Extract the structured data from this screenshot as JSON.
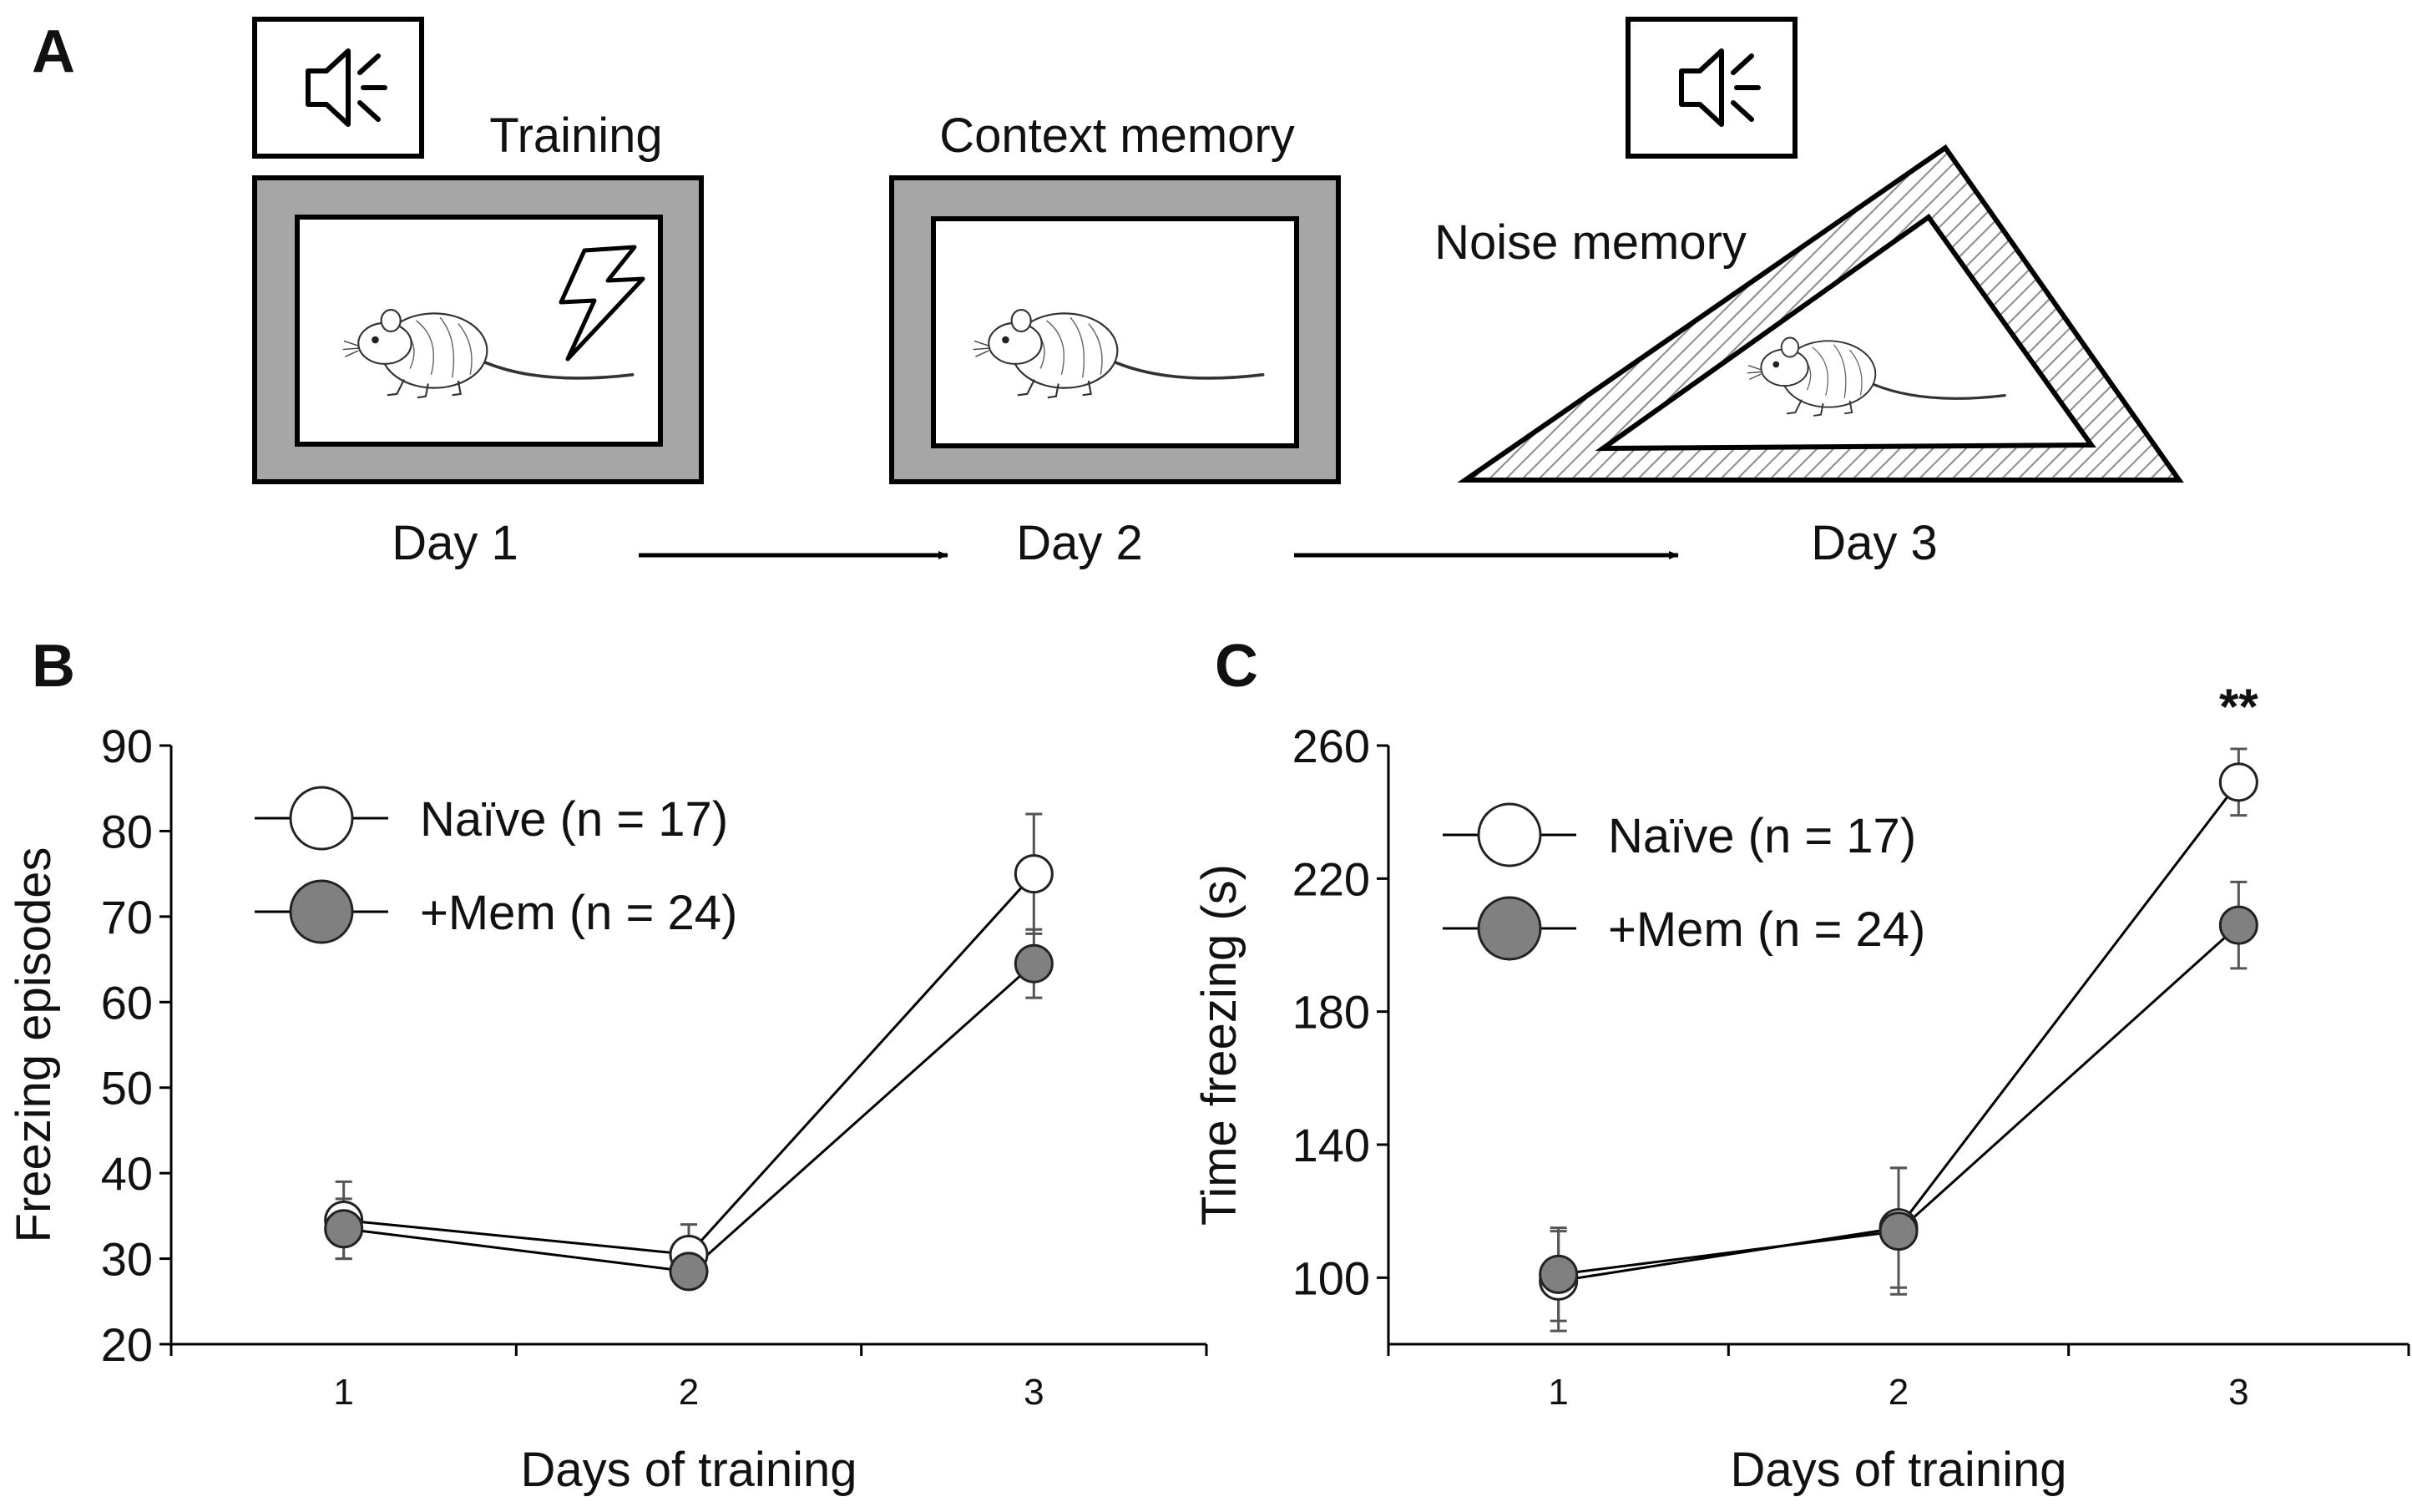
{
  "panel_a": {
    "label": "A",
    "training_label": "Training",
    "context_label": "Context memory",
    "noise_label": "Noise memory",
    "day1": "Day 1",
    "day2": "Day 2",
    "day3": "Day 3",
    "speaker_icon": "speaker-icon",
    "shock_icon": "lightning-bolt-icon",
    "colors": {
      "wall": "#a6a6a6",
      "hatch": "#9a9a9a"
    }
  },
  "chart_data": [
    {
      "panel": "B",
      "type": "line",
      "x": [
        1,
        2,
        3
      ],
      "xlabel": "Days of training",
      "ylabel": "Freezing episodes",
      "ylim": [
        20,
        90
      ],
      "yticks": [
        20,
        30,
        40,
        50,
        60,
        70,
        80,
        90
      ],
      "xlim": [
        0.5,
        3.5
      ],
      "grid": false,
      "legend_position": "top-left",
      "series": [
        {
          "name": "Naïve (n = 17)",
          "values": [
            34.5,
            30.5,
            75
          ],
          "errors": [
            4.5,
            3.5,
            7
          ],
          "fill": "#ffffff"
        },
        {
          "name": "+Mem (n = 24)",
          "values": [
            33.5,
            28.5,
            64.5
          ],
          "errors": [
            3.5,
            1.5,
            4
          ],
          "fill": "#808080"
        }
      ]
    },
    {
      "panel": "C",
      "type": "line",
      "x": [
        1,
        2,
        3
      ],
      "xlabel": "Days of training",
      "ylabel": "Time freezing (s)",
      "ylim": [
        80,
        260
      ],
      "yticks": [
        100,
        140,
        180,
        220,
        260
      ],
      "xlim": [
        0.5,
        3.5
      ],
      "grid": false,
      "legend_position": "top-left",
      "annotation": "**",
      "series": [
        {
          "name": "Naïve (n = 17)",
          "values": [
            99,
            115,
            249
          ],
          "errors": [
            15,
            18,
            10
          ],
          "fill": "#ffffff"
        },
        {
          "name": "+Mem (n = 24)",
          "values": [
            101,
            114,
            206
          ],
          "errors": [
            14,
            19,
            13
          ],
          "fill": "#808080"
        }
      ]
    }
  ]
}
